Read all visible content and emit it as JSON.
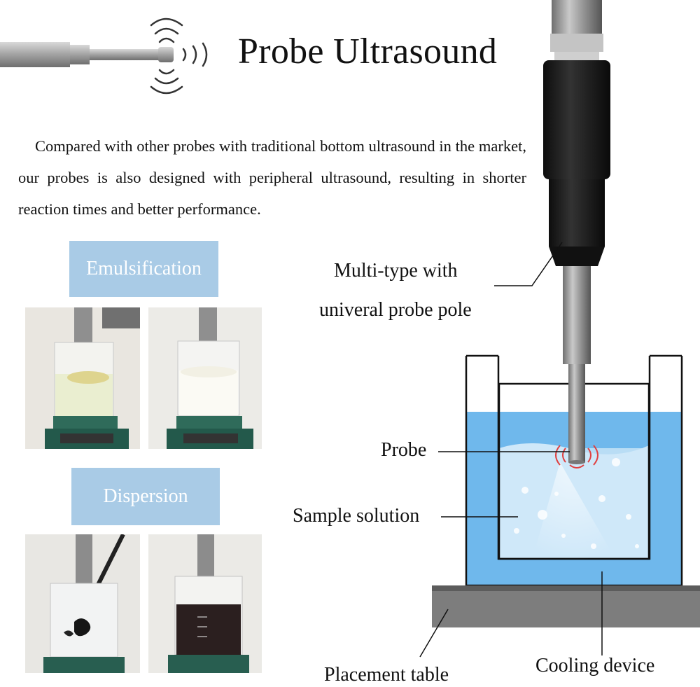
{
  "header": {
    "title": "Probe Ultrasound",
    "description": "Compared with other probes with traditional bottom ultrasound in the market, our probes is also designed with peripheral ultrasound, resulting in shorter reaction times and better performance."
  },
  "sections": {
    "emulsification_label": "Emulsification",
    "dispersion_label": "Dispersion"
  },
  "diagram": {
    "labels": {
      "pole_line1": "Multi-type with",
      "pole_line2": "univeral probe pole",
      "probe": "Probe",
      "sample": "Sample solution",
      "table": "Placement table",
      "cooling": "Cooling device"
    }
  },
  "colors": {
    "tag_bg": "#a9cbe6",
    "cooling_water": "#6fb8ec",
    "sample_water": "#b9ddf5",
    "table": "#7d7d7d",
    "probe_metal": "#9a9a9a",
    "handle": "#1a1a1a",
    "ultrasound_waves": "#e04040"
  }
}
